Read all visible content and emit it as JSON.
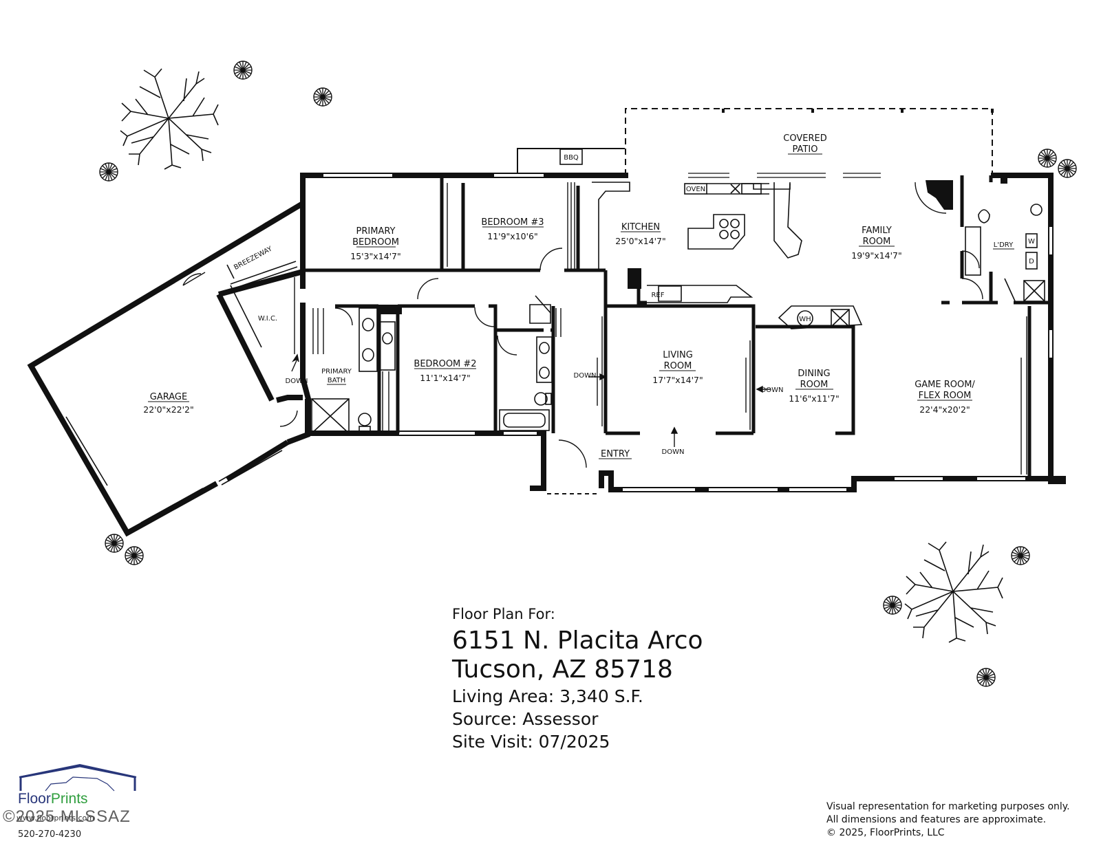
{
  "rooms": {
    "covered_patio": [
      "COVERED",
      "PATIO"
    ],
    "bbq": "BBQ",
    "primary_bedroom": [
      "PRIMARY",
      "BEDROOM"
    ],
    "primary_bedroom_dim": "15'3\"x14'7\"",
    "bedroom3": "BEDROOM #3",
    "bedroom3_dim": "11'9\"x10'6\"",
    "kitchen": "KITCHEN",
    "kitchen_dim": "25'0\"x14'7\"",
    "oven": "OVEN",
    "ref": "REF",
    "family_room": [
      "FAMILY",
      "ROOM"
    ],
    "family_room_dim": "19'9\"x14'7\"",
    "laundry": "L'DRY",
    "washer": "W",
    "dryer": "D",
    "breezeway": "BREEZEWAY",
    "wic": "W.I.C.",
    "garage": "GARAGE",
    "garage_dim": "22'0\"x22'2\"",
    "primary_bath": [
      "PRIMARY",
      "BATH"
    ],
    "bedroom2": "BEDROOM #2",
    "bedroom2_dim": "11'1\"x14'7\"",
    "living_room": [
      "LIVING",
      "ROOM"
    ],
    "living_room_dim": "17'7\"x14'7\"",
    "water_heater": "WH",
    "dining_room": [
      "DINING",
      "ROOM"
    ],
    "dining_room_dim": "11'6\"x11'7\"",
    "game_room": [
      "GAME ROOM/",
      "FLEX ROOM"
    ],
    "game_room_dim": "22'4\"x20'2\"",
    "entry": "ENTRY",
    "down": "DOWN"
  },
  "info": {
    "heading": "Floor Plan For:",
    "street": "6151 N. Placita Arco",
    "city": "Tucson, AZ  85718",
    "living_area": "Living Area:  3,340 S.F.",
    "source": "Source:  Assessor",
    "site_visit": "Site Visit:  07/2025"
  },
  "logo": {
    "brand_floor": "Floor",
    "brand_prints": "Prints",
    "url": "www.floorprints.com",
    "phone": "520-270-4230",
    "watermark": "©2025 MLSSAZ"
  },
  "disclaimer": {
    "line1": "Visual representation for marketing purposes only.",
    "line2": "All dimensions and features are approximate.",
    "line3": "© 2025, FloorPrints, LLC"
  },
  "colors": {
    "logo_blue": "#28367a",
    "logo_green": "#2f9e3e"
  }
}
